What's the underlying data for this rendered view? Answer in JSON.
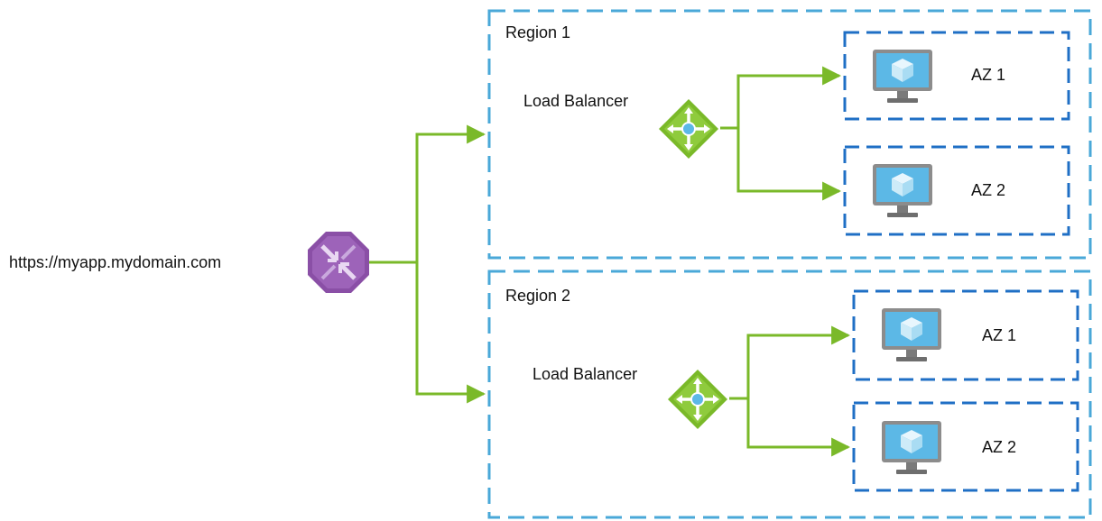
{
  "url": {
    "text": "https://myapp.mydomain.com",
    "icon": "traffic-manager-icon"
  },
  "regions": [
    {
      "title": "Region 1",
      "load_balancer": {
        "label": "Load Balancer",
        "icon": "load-balancer-icon"
      },
      "zones": [
        {
          "label": "AZ 1",
          "icon": "virtual-machine-icon"
        },
        {
          "label": "AZ 2",
          "icon": "virtual-machine-icon"
        }
      ]
    },
    {
      "title": "Region 2",
      "load_balancer": {
        "label": "Load Balancer",
        "icon": "load-balancer-icon"
      },
      "zones": [
        {
          "label": "AZ 1",
          "icon": "virtual-machine-icon"
        },
        {
          "label": "AZ 2",
          "icon": "virtual-machine-icon"
        }
      ]
    }
  ],
  "colors": {
    "region_border": "#4aa8d8",
    "zone_border": "#1f6fc5",
    "arrow": "#7ab929",
    "traffic_manager": "#8a4fa6",
    "load_balancer": "#7ab929",
    "vm_screen": "#5cb8e6",
    "vm_frame": "#8c8c8c"
  }
}
